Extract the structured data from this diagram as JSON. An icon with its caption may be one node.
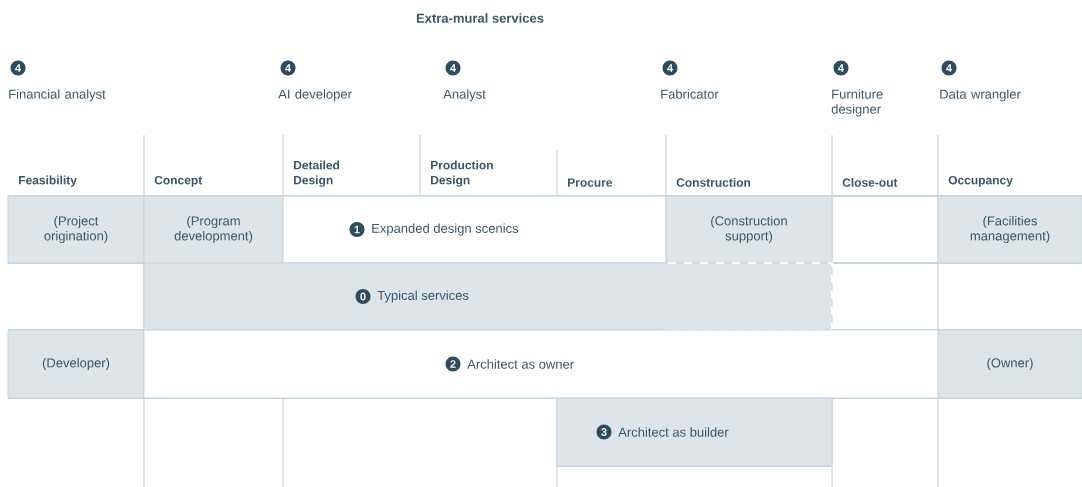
{
  "diagram": {
    "title": "Extra-mural services",
    "nodes": [
      {
        "text": [
          "(Project origination)"
        ]
      },
      {
        "text": [
          "(Program development)"
        ]
      },
      {
        "text": [
          "1",
          "Expanded design scenics"
        ]
      },
      {
        "text": [
          "(Construction support)"
        ]
      },
      {
        "text": [
          "(Facilities management)"
        ]
      },
      {
        "text": [
          "0",
          "Typical services"
        ]
      },
      {
        "text": [
          "(Developer)"
        ]
      },
      {
        "text": [
          "2",
          "Architect as owner"
        ]
      },
      {
        "text": [
          "(Owner)"
        ]
      },
      {
        "text": [
          "3",
          "Architect as builder"
        ]
      }
    ],
    "labels": [
      "4",
      "Financial analyst",
      "4",
      "AI developer",
      "4",
      "Analyst",
      "4",
      "Fabricator",
      "4",
      "Furniture designer",
      "4",
      "Data wrangler",
      "Feasibility",
      "Concept",
      "Detailed Design",
      "Production Design",
      "Procure",
      "Construction",
      "Close-out",
      "Occupancy"
    ]
  }
}
